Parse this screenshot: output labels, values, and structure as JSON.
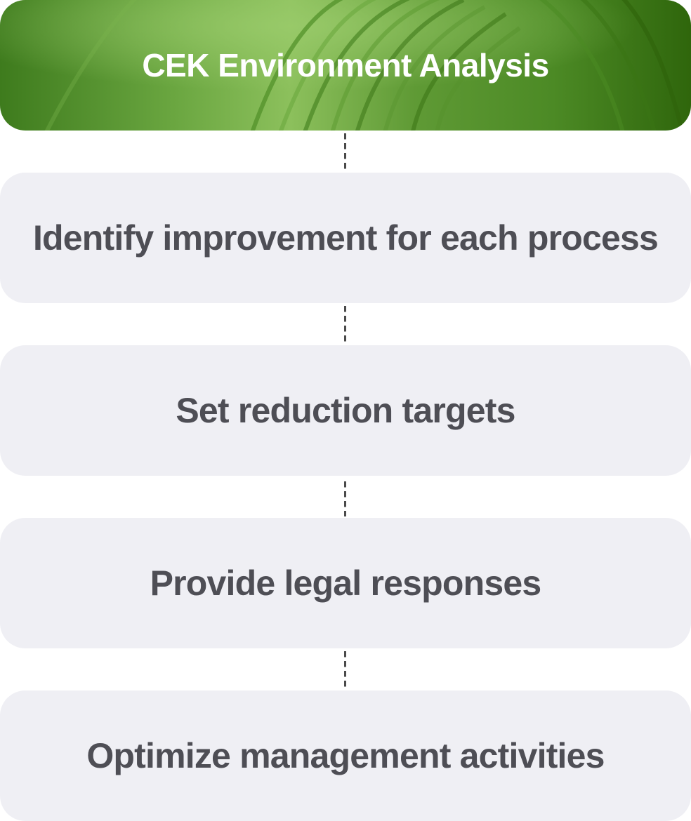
{
  "header": {
    "title": "CEK Environment Analysis"
  },
  "steps": [
    {
      "label": "Identify improvement for each process"
    },
    {
      "label": "Set reduction targets"
    },
    {
      "label": "Provide legal responses"
    },
    {
      "label": "Optimize management activities"
    }
  ],
  "colors": {
    "header_dark": "#3f7a1c",
    "header_light": "#8dc060",
    "step_bg": "#efeff4",
    "step_text": "#4e4e55",
    "connector": "#4a4a4a"
  }
}
